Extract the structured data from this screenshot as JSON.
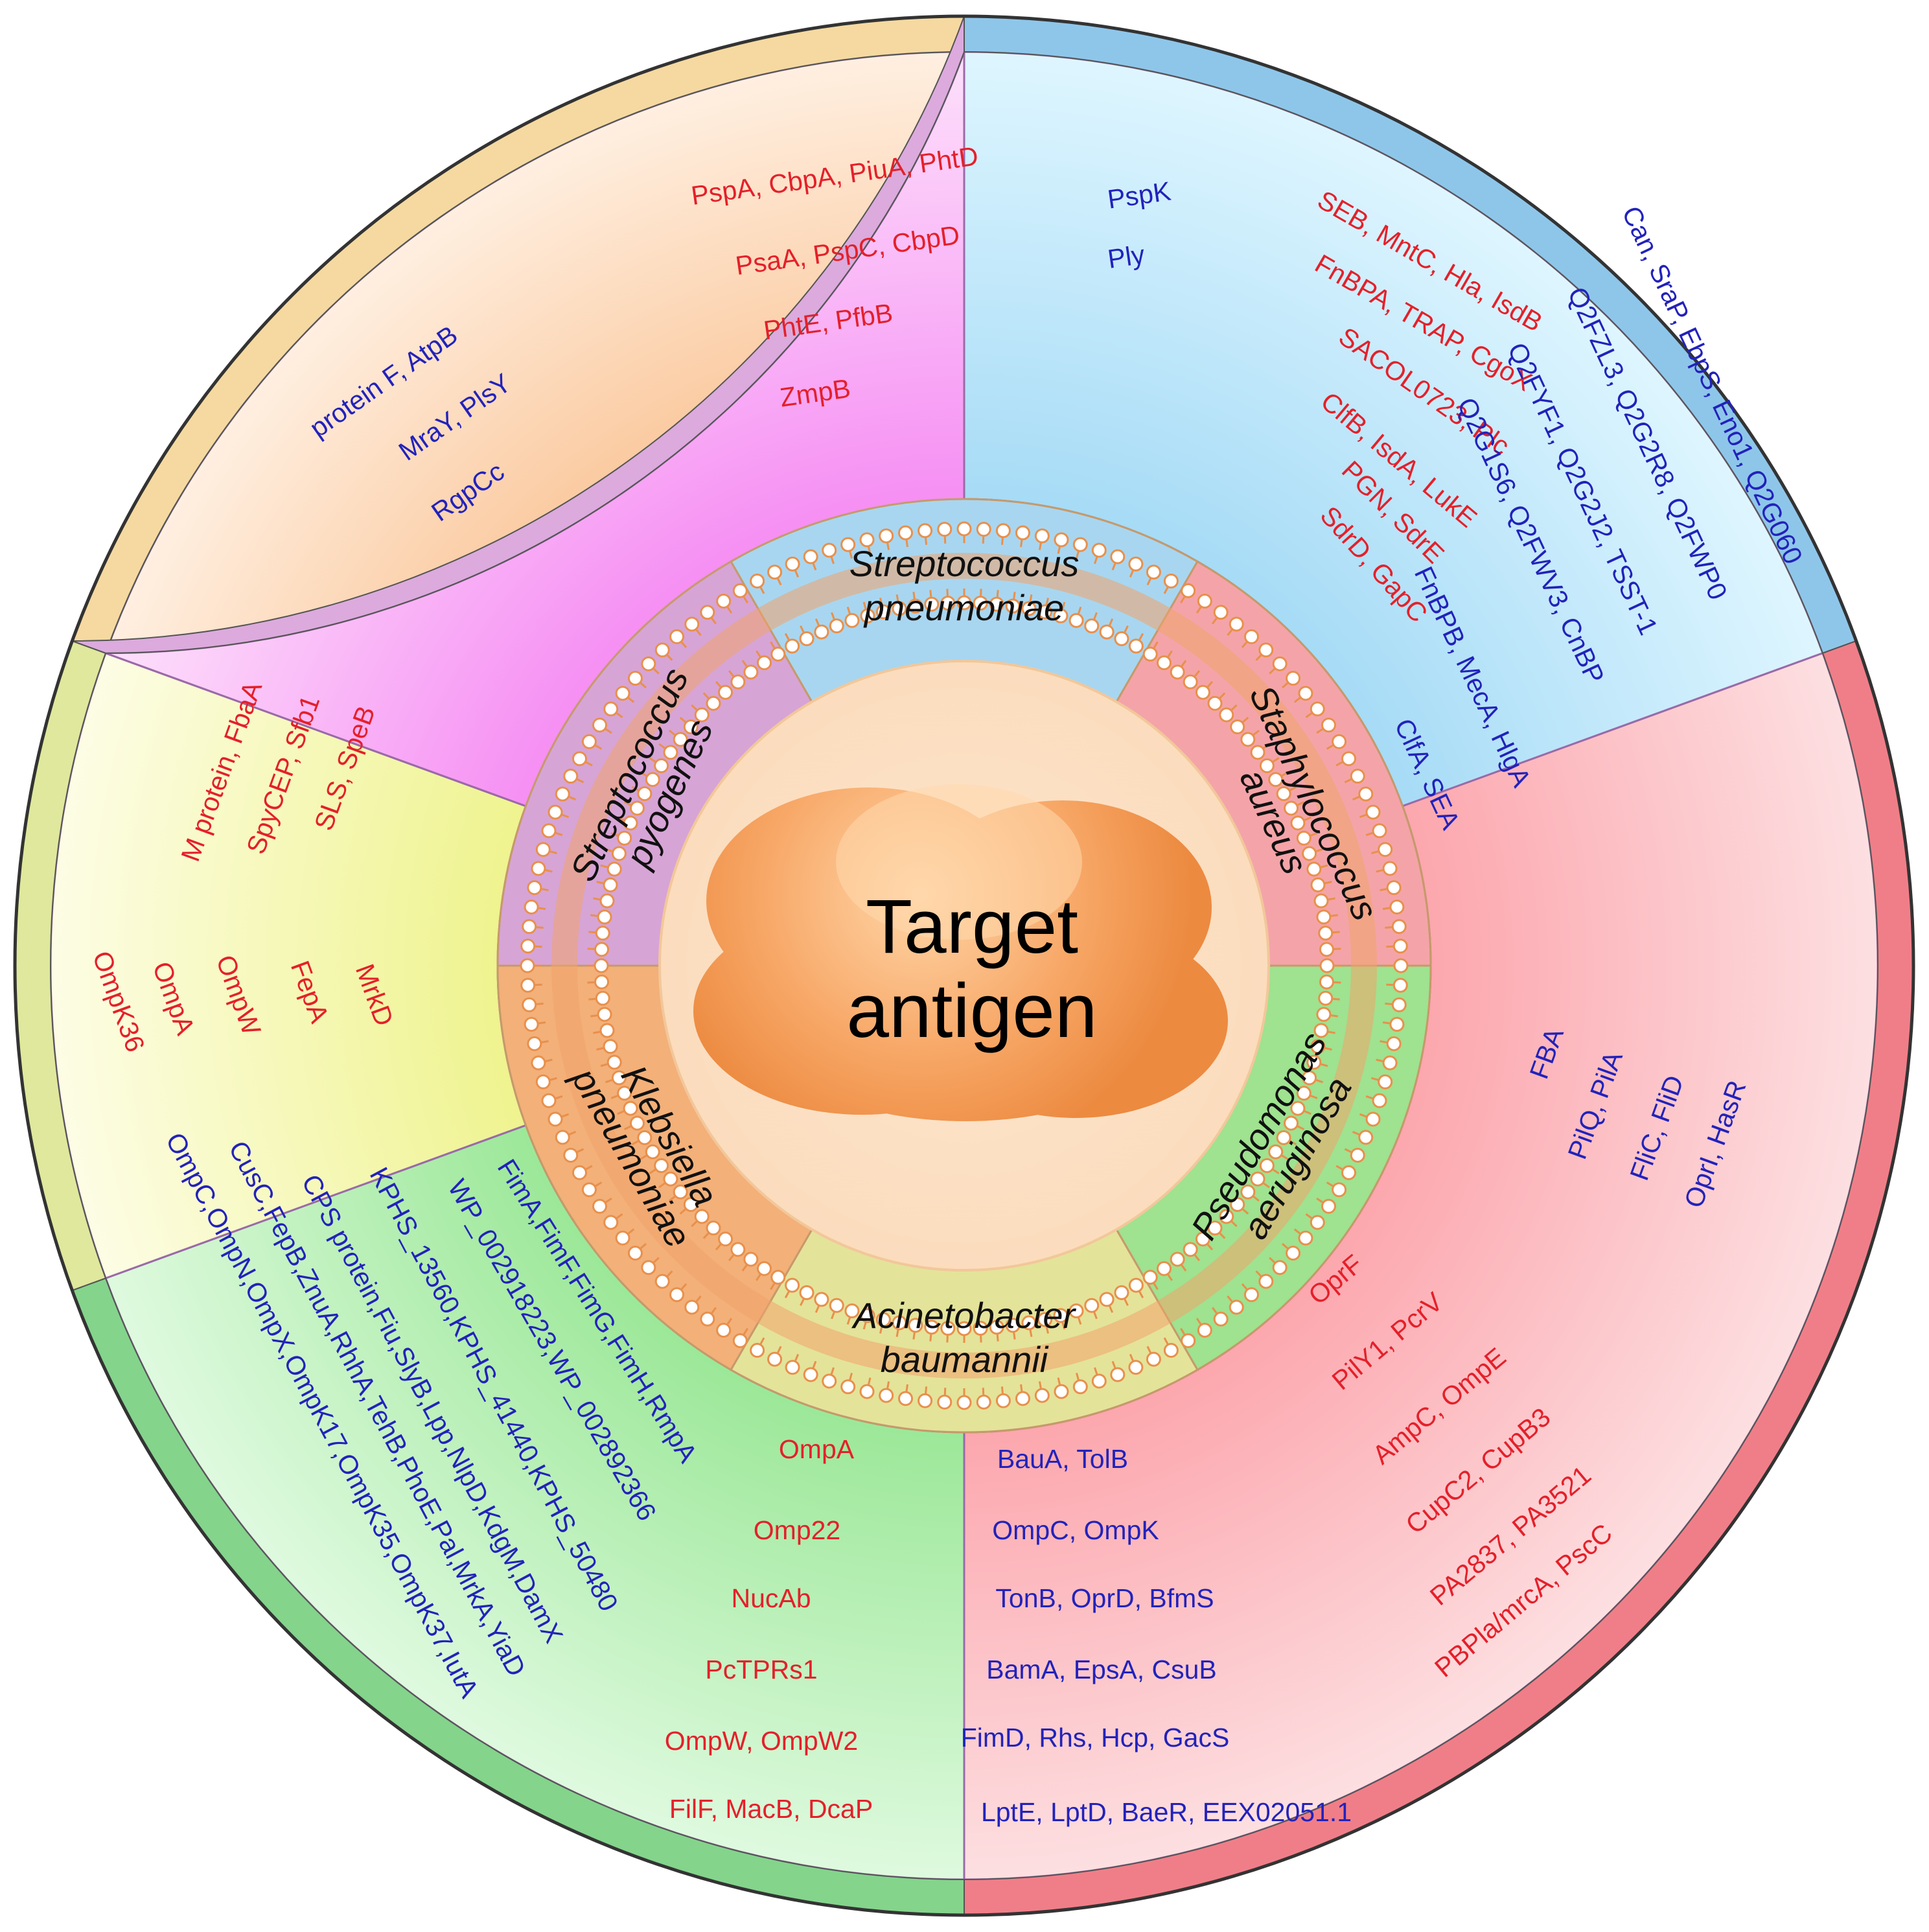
{
  "center": {
    "lines": [
      "Target",
      "antigen"
    ]
  },
  "colors": {
    "red": "#e4202a",
    "blue": "#2222bb"
  },
  "sectors": [
    {
      "id": "sp",
      "organism": [
        "Streptococcus",
        "pneumoniae"
      ],
      "outer_color": "#cfeffd",
      "inner_color": "#a8d6f0",
      "rim_color": "#8ec6ea",
      "labels": [
        {
          "text": "PspA,  CbpA,  PiuA,  PhtD",
          "color": "red"
        },
        {
          "text": "PsaA,  PspC,  CbpD",
          "color": "red"
        },
        {
          "text": "PhtE,  PfbB",
          "color": "red"
        },
        {
          "text": "ZmpB",
          "color": "red"
        },
        {
          "text": "PspK",
          "color": "blue"
        },
        {
          "text": "Ply",
          "color": "blue"
        }
      ]
    },
    {
      "id": "sa",
      "organism": [
        "Staphylococcus",
        "aureus"
      ],
      "outer_color": "#fcc8cc",
      "inner_color": "#f4a4a8",
      "rim_color": "#f07e88",
      "labels": [
        {
          "text": "SEB,  MntC,  Hla,  IsdB",
          "color": "red"
        },
        {
          "text": "FnBPA,  TRAP,  CgoX",
          "color": "red"
        },
        {
          "text": "SACOL0723,  Plc",
          "color": "red"
        },
        {
          "text": "ClfB,  IsdA,  LukE",
          "color": "red"
        },
        {
          "text": "PGN,  SdrE",
          "color": "red"
        },
        {
          "text": "SdrD,  GapC",
          "color": "red"
        },
        {
          "text": "Can, SraP, EbpS, Eno1, Q2G060",
          "color": "blue"
        },
        {
          "text": "Q2FZL3,  Q2G2R8,  Q2FWP0",
          "color": "blue"
        },
        {
          "text": "Q2FYF1, Q2G2J2, TSST-1",
          "color": "blue"
        },
        {
          "text": "Q2G1S6, Q2FWV3, CnBP",
          "color": "blue"
        },
        {
          "text": "FnBPB, MecA, HlgA",
          "color": "blue"
        },
        {
          "text": "ClfA,  SEA",
          "color": "blue"
        }
      ]
    },
    {
      "id": "pa",
      "organism": [
        "Pseudomonas",
        "aeruginosa"
      ],
      "outer_color": "#c8f2c4",
      "inner_color": "#9fe28f",
      "rim_color": "#84d48c",
      "labels": [
        {
          "text": "FBA",
          "color": "blue"
        },
        {
          "text": "PilQ,   PilA",
          "color": "blue"
        },
        {
          "text": "FliC,    FliD",
          "color": "blue"
        },
        {
          "text": "OprI,    HasR",
          "color": "blue"
        },
        {
          "text": "OprF",
          "color": "red"
        },
        {
          "text": "PilY1,    PcrV",
          "color": "red"
        },
        {
          "text": "AmpC,     OmpE",
          "color": "red"
        },
        {
          "text": "CupC2,     CupB3",
          "color": "red"
        },
        {
          "text": "PA2837,     PA3521",
          "color": "red"
        },
        {
          "text": "PBPla/mrcA,     PscC",
          "color": "red"
        }
      ]
    },
    {
      "id": "ab",
      "organism": [
        "Acinetobacter",
        "baumannii"
      ],
      "outer_color": "#f7f8b6",
      "inner_color": "#e4e39a",
      "rim_color": "#dfe89c",
      "labels": [
        {
          "text": "OmpA",
          "color": "red"
        },
        {
          "text": "Omp22",
          "color": "red"
        },
        {
          "text": "NucAb",
          "color": "red"
        },
        {
          "text": "PcTPRs1",
          "color": "red"
        },
        {
          "text": "OmpW, OmpW2",
          "color": "red"
        },
        {
          "text": "FilF,  MacB,  DcaP",
          "color": "red"
        },
        {
          "text": "BauA,  TolB",
          "color": "blue"
        },
        {
          "text": "OmpC,  OmpK",
          "color": "blue"
        },
        {
          "text": "TonB,  OprD,  BfmS",
          "color": "blue"
        },
        {
          "text": "BamA,  EpsA,  CsuB",
          "color": "blue"
        },
        {
          "text": "FimD,  Rhs,  Hcp,  GacS",
          "color": "blue"
        },
        {
          "text": "LptE,  LptD,  BaeR,  EEX02051.1",
          "color": "blue"
        }
      ]
    },
    {
      "id": "kp",
      "organism": [
        "Klebsiella",
        "pneumoniae"
      ],
      "outer_color": "#fbd9b4",
      "inner_color": "#f3b079",
      "rim_color": "#f5d9a0",
      "labels": [
        {
          "text": "OmpK36",
          "color": "red"
        },
        {
          "text": "OmpA",
          "color": "red"
        },
        {
          "text": "OmpW",
          "color": "red"
        },
        {
          "text": "FepA",
          "color": "red"
        },
        {
          "text": "MrkD",
          "color": "red"
        },
        {
          "text": "OmpC,OmpN,OmpX,OmpK17,OmpK35,OmpK37,IutA",
          "color": "blue"
        },
        {
          "text": "CusC,FepB,ZnuA,RhhA,TehB,PhoE,Pal,MrkA,YiaD",
          "color": "blue"
        },
        {
          "text": "CPS protein,Fiu,SlyB,Lpp,NlpD,KdgM,DamX",
          "color": "blue"
        },
        {
          "text": "KPHS_13560,KPHS_41440,KPHS_50480",
          "color": "blue"
        },
        {
          "text": "WP_002918223,WP_002892366",
          "color": "blue"
        },
        {
          "text": "FimA,FimF,FimG,FimH,RmpA",
          "color": "blue"
        }
      ]
    },
    {
      "id": "spy",
      "organism": [
        "Streptococcus",
        "pyogenes"
      ],
      "outer_color": "#f6c2f0",
      "inner_color": "#d7a4d6",
      "rim_color": "#dcaadd",
      "labels": [
        {
          "text": "protein F,   AtpB",
          "color": "blue"
        },
        {
          "text": "MraY,   PlsY",
          "color": "blue"
        },
        {
          "text": "RgpCc",
          "color": "blue"
        },
        {
          "text": "M protein,   FbaA",
          "color": "red"
        },
        {
          "text": "SpyCEP,   Sfb1",
          "color": "red"
        },
        {
          "text": "SLS,   SpeB",
          "color": "red"
        }
      ]
    }
  ]
}
